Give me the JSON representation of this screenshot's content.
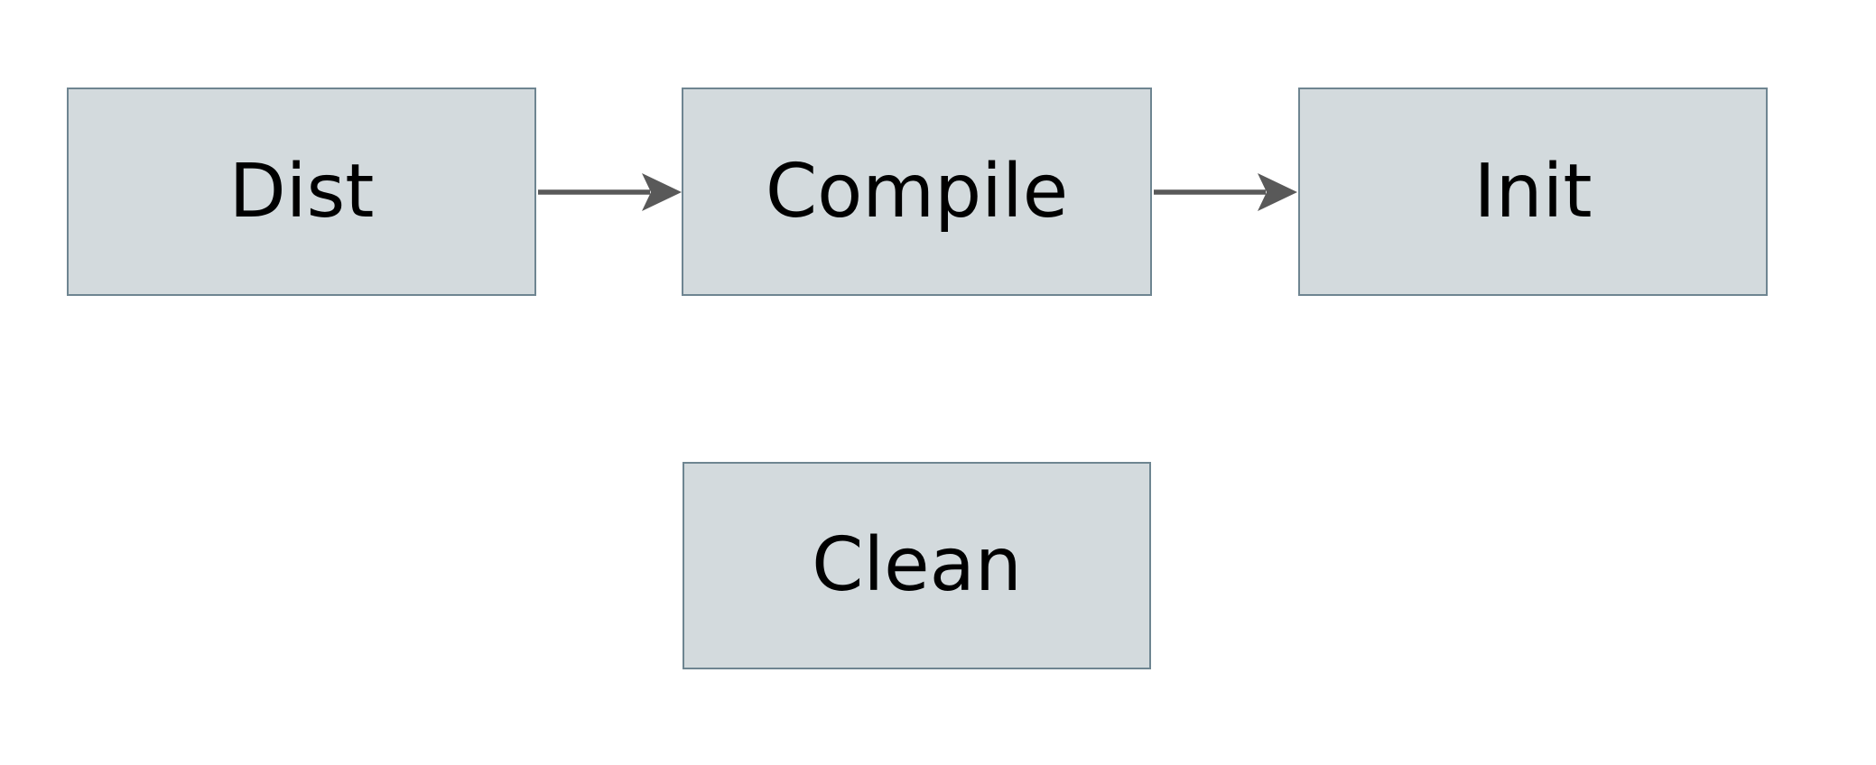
{
  "diagram": {
    "title": "build-targets-flow",
    "nodes": [
      {
        "id": "dist",
        "label": "Dist"
      },
      {
        "id": "compile",
        "label": "Compile"
      },
      {
        "id": "init",
        "label": "Init"
      },
      {
        "id": "clean",
        "label": "Clean"
      }
    ],
    "edges": [
      {
        "from": "dist",
        "to": "compile",
        "direction": "right"
      },
      {
        "from": "compile",
        "to": "init",
        "direction": "right"
      }
    ],
    "colors": {
      "background": "#ffffff",
      "node_fill": "#d3dadd",
      "node_border": "#6e8591",
      "arrow": "#595959",
      "text": "#000000"
    }
  }
}
